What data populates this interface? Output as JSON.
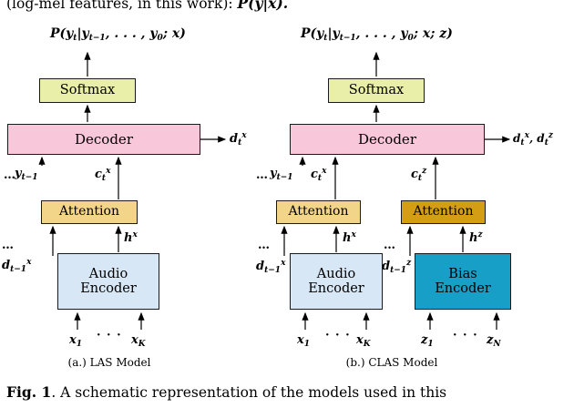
{
  "page": {
    "top_text_plain": "(log-mel features, in this work): ",
    "top_text_math": "P(y|x).",
    "figure_caption_bold": "Fig. 1",
    "figure_caption_rest": ". A schematic representation of the models used in this"
  },
  "colors": {
    "softmax_fill": "#e9efa9",
    "decoder_fill": "#f8c7d9",
    "attention_audio_fill": "#f3d589",
    "attention_bias_fill": "#d49e14",
    "audio_encoder_fill": "#d8e7f6",
    "bias_encoder_fill": "#189fc7",
    "box_border": "#1a1a1a"
  },
  "las": {
    "caption": "(a.) LAS Model",
    "formula": "P(y_{t}|y_{t−1}, . . . , y_{0}; x)",
    "boxes": {
      "softmax": "Softmax",
      "decoder": "Decoder",
      "attention": "Attention",
      "encoder_line1": "Audio",
      "encoder_line2": "Encoder"
    },
    "labels": {
      "decoder_output": "d_{t}^{x}",
      "prev_token": "y_{t−1}",
      "context": "c_{t}^{x}",
      "encoder_state": "h^{x}",
      "prev_decoder_state": "d_{t−1}^{x}",
      "input_first": "x_{1}",
      "input_last": "x_{K}",
      "input_dots": "· · ·",
      "ellipsis_prev_token": "…",
      "ellipsis_prev_state": "…"
    }
  },
  "clas": {
    "caption": "(b.) CLAS Model",
    "formula": "P(y_{t}|y_{t−1}, . . . , y_{0}; x; z)",
    "boxes": {
      "softmax": "Softmax",
      "decoder": "Decoder",
      "attention_audio": "Attention",
      "attention_bias": "Attention",
      "audio_encoder_line1": "Audio",
      "audio_encoder_line2": "Encoder",
      "bias_encoder_line1": "Bias",
      "bias_encoder_line2": "Encoder"
    },
    "labels": {
      "decoder_output": "d_{t}^{x}, d_{t}^{z}",
      "prev_token": "y_{t−1}",
      "context_audio": "c_{t}^{x}",
      "context_bias": "c_{t}^{z}",
      "audio_state": "h^{x}",
      "bias_state": "h^{z}",
      "prev_decoder_state_audio": "d_{t−1}^{x}",
      "prev_decoder_state_bias": "d_{t−1}^{z}",
      "audio_input_first": "x_{1}",
      "audio_input_last": "x_{K}",
      "bias_input_first": "z_{1}",
      "bias_input_last": "z_{N}",
      "input_dots": "· · ·",
      "ellipsis_prev_token": "…",
      "ellipsis_prev_state_audio": "…",
      "ellipsis_prev_state_bias": "…"
    }
  }
}
